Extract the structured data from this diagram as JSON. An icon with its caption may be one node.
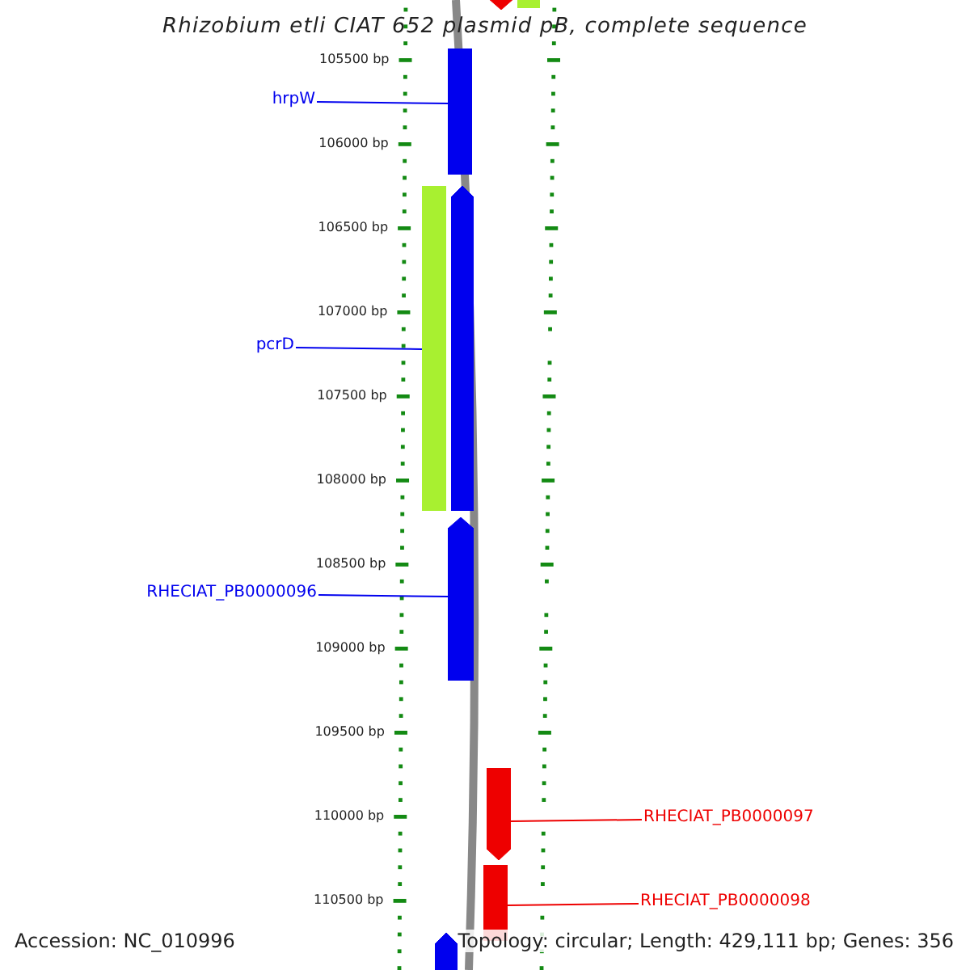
{
  "diagram": {
    "title": "Rhizobium etli CIAT 652 plasmid pB, complete sequence",
    "nodes": [
      {
        "text": [],
        "shape": "bar"
      },
      {
        "text": [],
        "shape": "bar"
      },
      {
        "text": [],
        "shape": "bar"
      },
      {
        "text": [],
        "shape": "bar"
      },
      {
        "text": [],
        "shape": "bar"
      },
      {
        "text": [],
        "shape": "bar"
      },
      {
        "text": [],
        "shape": "bar"
      },
      {
        "text": [],
        "shape": "bar"
      },
      {
        "text": [],
        "shape": "bar"
      },
      {
        "text": [
          "hrpW"
        ]
      },
      {
        "text": [
          "pcrD"
        ]
      },
      {
        "text": [
          "RHECIAT_PB0000096"
        ]
      },
      {
        "text": [
          "RHECIAT_PB0000097"
        ]
      },
      {
        "text": [
          "RHECIAT_PB0000098"
        ]
      }
    ],
    "edges": [
      {
        "from": 9,
        "to": 2,
        "arrow": "none"
      },
      {
        "from": 10,
        "to": 3,
        "arrow": "none"
      },
      {
        "from": 11,
        "to": 5,
        "arrow": "none"
      },
      {
        "from": 12,
        "to": 6,
        "arrow": "none",
        "color": "#ee0000"
      },
      {
        "from": 13,
        "to": 7,
        "arrow": "none",
        "color": "#ee0000"
      }
    ],
    "labels": [
      "105500 bp",
      "106000 bp",
      "106500 bp",
      "107000 bp",
      "107500 bp",
      "108000 bp",
      "108500 bp",
      "109000 bp",
      "109500 bp",
      "110000 bp",
      "110500 bp",
      "Accession: NC_010996",
      "Topology: circular; Length: 429,111 bp; Genes: 356"
    ]
  }
}
